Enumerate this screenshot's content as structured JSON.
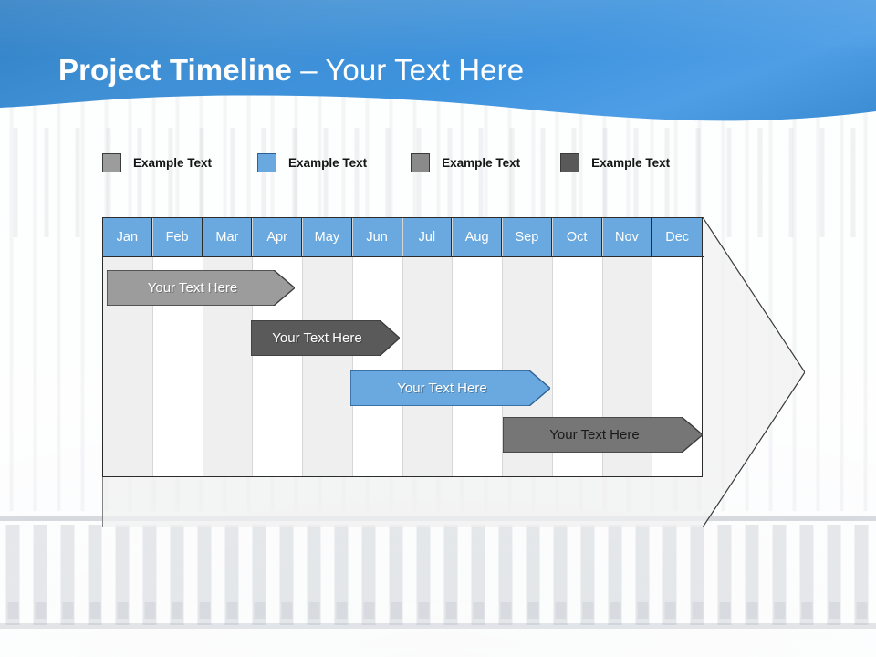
{
  "slide": {
    "title_bold": "Project Timeline",
    "title_light": " – Your Text Here",
    "banner_color": "#3e93de",
    "background_description": "faded cathedral facade photograph"
  },
  "legend": {
    "items": [
      {
        "label": "Example Text",
        "color": "#9c9c9c",
        "border": "#3b3b3b"
      },
      {
        "label": "Example Text",
        "color": "#6aa9e0",
        "border": "#2d5f91"
      },
      {
        "label": "Example Text",
        "color": "#8a8a8a",
        "border": "#3b3b3b"
      },
      {
        "label": "Example Text",
        "color": "#595959",
        "border": "#3b3b3b"
      }
    ]
  },
  "chart_data": {
    "type": "bar",
    "title": "Project Timeline",
    "xlabel": "",
    "ylabel": "",
    "categories": [
      "Jan",
      "Feb",
      "Mar",
      "Apr",
      "May",
      "Jun",
      "Jul",
      "Aug",
      "Sep",
      "Oct",
      "Nov",
      "Dec"
    ],
    "series": [
      {
        "name": "Example Text",
        "label": "Your  Text Here",
        "start_month": 1,
        "end_month": 4,
        "color": "#9c9c9c",
        "border": "#3b3b3b",
        "text_color": "#ffffff"
      },
      {
        "name": "Example Text",
        "label": "Your  Text Here",
        "start_month": 4,
        "end_month": 7,
        "color": "#5a5a5a",
        "border": "#3b3b3b",
        "text_color": "#ffffff"
      },
      {
        "name": "Example Text",
        "label": "Your  Text Here",
        "start_month": 6,
        "end_month": 9,
        "color": "#6aa9e0",
        "border": "#2d5f91",
        "text_color": "#ffffff"
      },
      {
        "name": "Example Text",
        "label": "Your  Text Here",
        "start_month": 9,
        "end_month": 12,
        "color": "#767676",
        "border": "#3b3b3b",
        "text_color": "#1a1a1a"
      }
    ],
    "grid": true,
    "legend_position": "top"
  },
  "months": [
    {
      "label": "Jan"
    },
    {
      "label": "Feb"
    },
    {
      "label": "Mar"
    },
    {
      "label": "Apr"
    },
    {
      "label": "May"
    },
    {
      "label": "Jun"
    },
    {
      "label": "Jul"
    },
    {
      "label": "Aug"
    },
    {
      "label": "Sep"
    },
    {
      "label": "Oct"
    },
    {
      "label": "Nov"
    },
    {
      "label": "Dec"
    }
  ],
  "bars": [
    {
      "label": "Your  Text Here"
    },
    {
      "label": "Your  Text Here"
    },
    {
      "label": "Your  Text Here"
    },
    {
      "label": "Your  Text Here"
    }
  ]
}
